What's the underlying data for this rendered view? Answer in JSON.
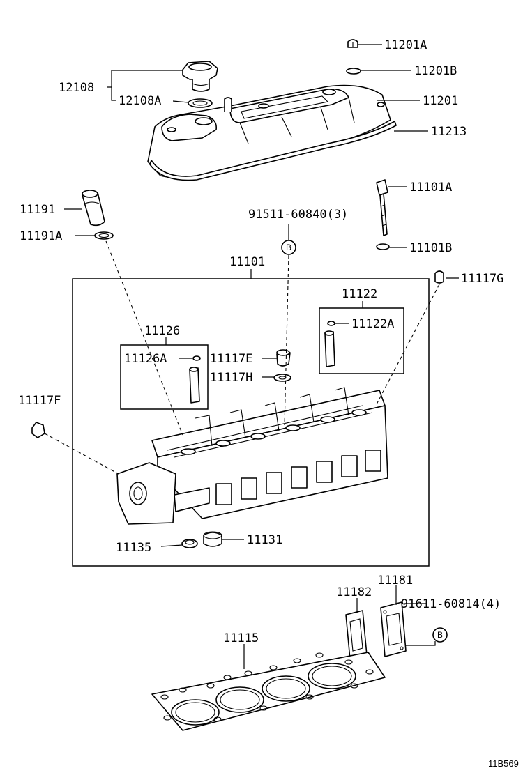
{
  "labels": {
    "p12108": "12108",
    "p12108A": "12108A",
    "p11201A": "11201A",
    "p11201B": "11201B",
    "p11201": "11201",
    "p11213": "11213",
    "p11191": "11191",
    "p11191A": "11191A",
    "p91511": "91511-60840(3)",
    "p11101A": "11101A",
    "p11101B": "11101B",
    "p11101": "11101",
    "p11117G": "11117G",
    "p11122": "11122",
    "p11122A": "11122A",
    "p11126": "11126",
    "p11126A": "11126A",
    "p11117E": "11117E",
    "p11117H": "11117H",
    "p11117F": "11117F",
    "p11135": "11135",
    "p11131": "11131",
    "p11181": "11181",
    "p11182": "11182",
    "p91611": "91611-60814(4)",
    "p11115": "11115",
    "callout_b": "B",
    "figure_code": "11B569"
  }
}
